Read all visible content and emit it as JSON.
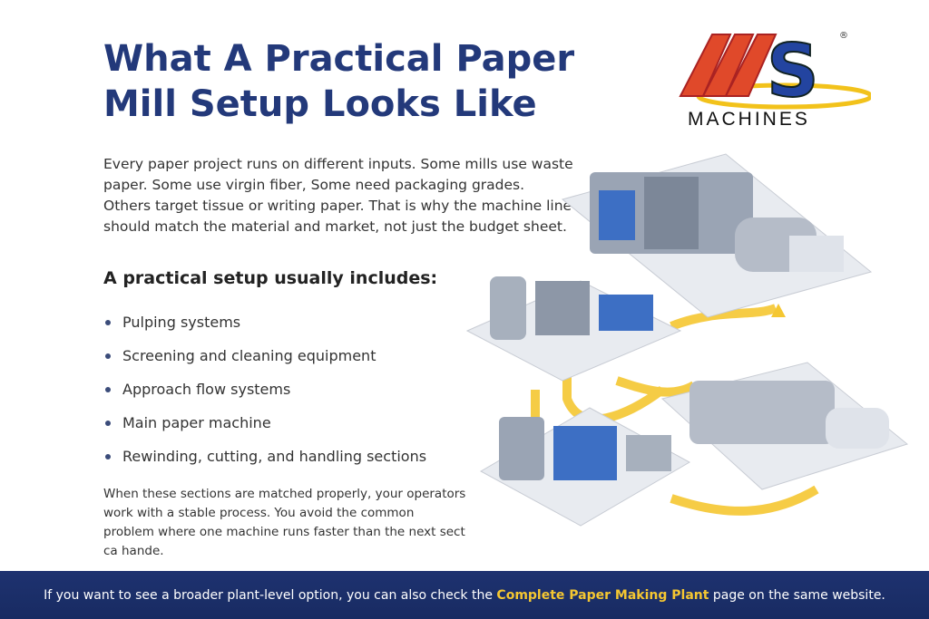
{
  "title": "What A Practical Paper Mill Setup Looks Like",
  "logo": {
    "mark": "MS",
    "text": "MACHINES",
    "registered": "®"
  },
  "intro": "Every paper project runs on different inputs. Some mills use waste paper. Some use virgin fiber, Some need packaging grades. Others target tissue or writing paper. That is why the machine line should match the material and market, not just the budget sheet.",
  "subheading": "A practical setup usually includes:",
  "items": [
    "Pulping systems",
    "Screening and cleaning equipment",
    "Approach flow systems",
    "Main paper machine",
    "Rewinding, cutting, and handling sections"
  ],
  "outro": "When these sections are matched properly, your operators work with a stable process. You avoid the common problem where one machine runs faster than the next sect ca hande.",
  "footer": {
    "before": "If you want to see a broader plant-level option, you can also check the ",
    "link": "Complete Paper Making Plant",
    "after": " page on the same website."
  },
  "colors": {
    "title": "#23397a",
    "footer": "#1e3270",
    "accent": "#f5c731"
  }
}
